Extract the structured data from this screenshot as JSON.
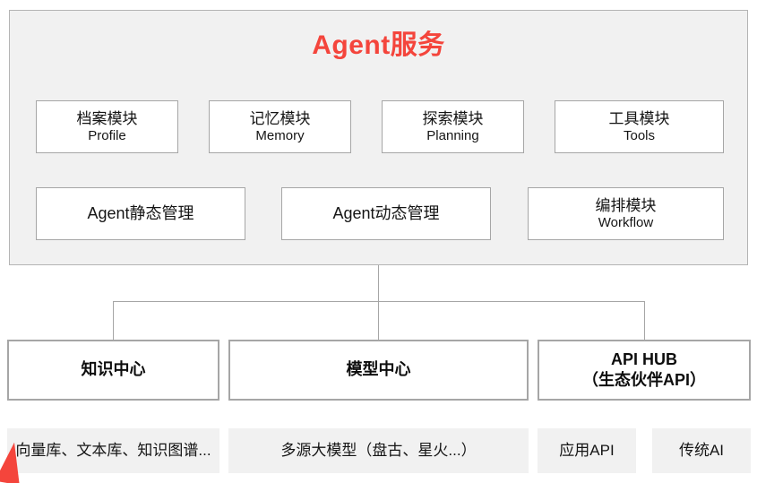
{
  "diagram": {
    "panel": {
      "title": "Agent服务",
      "title_color": "#f4453c",
      "background": "#f1f1f1",
      "border_color": "#b4b4b4"
    },
    "capability_modules": [
      {
        "cn": "档案模块",
        "en": "Profile"
      },
      {
        "cn": "记忆模块",
        "en": "Memory"
      },
      {
        "cn": "探索模块",
        "en": "Planning"
      },
      {
        "cn": "工具模块",
        "en": "Tools"
      }
    ],
    "management_modules": [
      {
        "cn": "Agent静态管理",
        "en": ""
      },
      {
        "cn": "Agent动态管理",
        "en": ""
      },
      {
        "cn": "编排模块",
        "en": "Workflow"
      }
    ],
    "centers": [
      {
        "line1": "知识中心",
        "line2": ""
      },
      {
        "line1": "模型中心",
        "line2": ""
      },
      {
        "line1": "API HUB",
        "line2": "（生态伙伴API）"
      }
    ],
    "resource_tags": [
      {
        "label": "向量库、文本库、知识图谱..."
      },
      {
        "label": "多源大模型（盘古、星火...）"
      },
      {
        "label": "应用API"
      },
      {
        "label": "传统AI"
      }
    ],
    "decoration": {
      "wedge_color": "#f4453c",
      "connector_color": "#a6a6a6"
    }
  }
}
